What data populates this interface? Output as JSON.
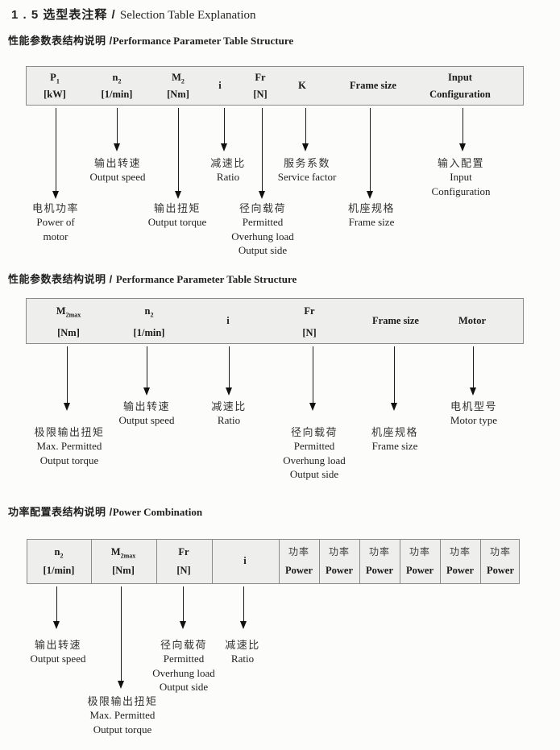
{
  "colors": {
    "table_fill": "#eeeeec",
    "table_border": "#8a8a8a",
    "ink": "#1f1f1f"
  },
  "page": {
    "title_zh": "1 . 5 选型表注释 / ",
    "title_en": "Selection Table Explanation"
  },
  "s1": {
    "heading_zh": "性能参数表结构说明 /",
    "heading_en": "Performance Parameter Table Structure",
    "headers": [
      {
        "base": "P",
        "sub": "1",
        "unit": "[kW]"
      },
      {
        "base": "n",
        "sub": "2",
        "unit": "[1/min]"
      },
      {
        "base": "M",
        "sub": "2",
        "unit": "[Nm]"
      },
      {
        "base": "i"
      },
      {
        "base": "Fr",
        "unit": "[N]"
      },
      {
        "base": "K"
      },
      {
        "base": "Frame size"
      },
      {
        "base": "Input",
        "unit": "Configuration"
      }
    ],
    "callouts": [
      {
        "lines": [
          "电机功率",
          "Power of",
          "motor"
        ]
      },
      {
        "lines": [
          "输出转速",
          "Output speed"
        ]
      },
      {
        "lines": [
          "输出扭矩",
          "Output torque"
        ]
      },
      {
        "lines": [
          "减速比",
          "Ratio"
        ]
      },
      {
        "lines": [
          "径向载荷",
          "Permitted",
          "Overhung load",
          "Output side"
        ]
      },
      {
        "lines": [
          "服务系数",
          "Service factor"
        ]
      },
      {
        "lines": [
          "机座规格",
          "Frame size"
        ]
      },
      {
        "lines": [
          "输入配置",
          "Input",
          "Configuration"
        ]
      }
    ]
  },
  "s2": {
    "heading_zh": "性能参数表结构说明 / ",
    "heading_en": "Performance Parameter Table Structure",
    "headers": [
      {
        "base": "M",
        "sub": "2max",
        "unit": "[Nm]"
      },
      {
        "base": "n",
        "sub": "2",
        "unit": "[1/min]"
      },
      {
        "base": "i"
      },
      {
        "base": "Fr",
        "unit": "[N]"
      },
      {
        "base": "Frame size"
      },
      {
        "base": "Motor"
      }
    ],
    "callouts": [
      {
        "lines": [
          "极限输出扭矩",
          "Max. Permitted",
          "Output torque"
        ]
      },
      {
        "lines": [
          "输出转速",
          "Output speed"
        ]
      },
      {
        "lines": [
          "减速比",
          "Ratio"
        ]
      },
      {
        "lines": [
          "径向载荷",
          "Permitted",
          "Overhung load",
          "Output side"
        ]
      },
      {
        "lines": [
          "机座规格",
          "Frame size"
        ]
      },
      {
        "lines": [
          "电机型号",
          "Motor type"
        ]
      }
    ]
  },
  "s3": {
    "heading_zh": "功率配置表结构说明 /",
    "heading_en": "Power Combination",
    "headers": [
      {
        "base": "n",
        "sub": "2",
        "unit": "[1/min]"
      },
      {
        "base": "M",
        "sub": "2max",
        "unit": "[Nm]"
      },
      {
        "base": "Fr",
        "unit": "[N]"
      },
      {
        "base": "i"
      }
    ],
    "power_col": {
      "zh": "功率",
      "en": "Power"
    },
    "callouts": [
      {
        "lines": [
          "输出转速",
          "Output speed"
        ]
      },
      {
        "lines": [
          "极限输出扭矩",
          "Max. Permitted",
          "Output torque"
        ]
      },
      {
        "lines": [
          "径向载荷",
          "Permitted",
          "Overhung load",
          "Output side"
        ]
      },
      {
        "lines": [
          "减速比",
          "Ratio"
        ]
      }
    ]
  }
}
